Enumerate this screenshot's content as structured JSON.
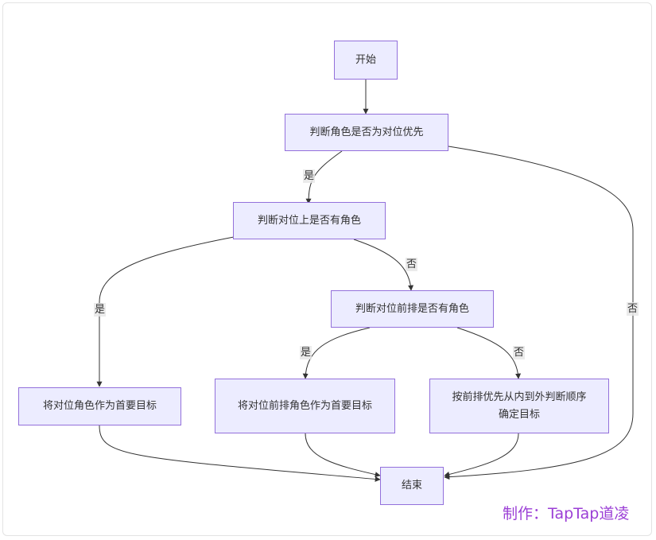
{
  "flowchart": {
    "nodes": {
      "start": "开始",
      "check_opposite": "判断角色是否为对位优先",
      "check_opposite_exists": "判断对位上是否有角色",
      "check_front_row": "判断对位前排是否有角色",
      "target_opposite": "将对位角色作为首要目标",
      "target_front_row": "将对位前排角色作为首要目标",
      "target_order": "按前排优先从内到外判断顺序确定目标",
      "end": "结束"
    },
    "edge_labels": {
      "yes_1": "是",
      "no_1": "否",
      "yes_2": "是",
      "no_2": "否",
      "yes_3": "是",
      "no_3": "否"
    }
  },
  "credit": "制作：TapTap道凌",
  "colors": {
    "node_fill": "#ececff",
    "node_border": "#9370db",
    "edge": "#333333",
    "credit": "#9b3fd6"
  }
}
